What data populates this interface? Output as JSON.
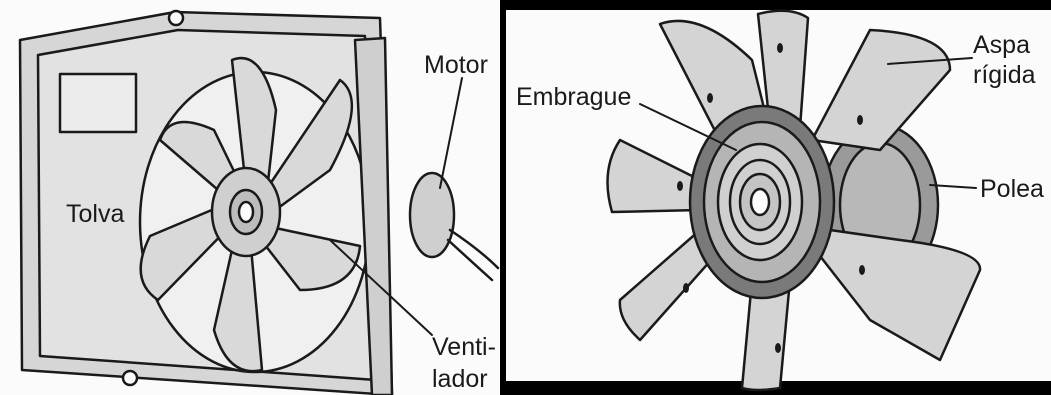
{
  "left_panel": {
    "labels": {
      "tolva": "Tolva",
      "motor": "Motor",
      "ventilador_line1": "Venti-",
      "ventilador_line2": "lador"
    }
  },
  "right_panel": {
    "labels": {
      "embrague": "Embrague",
      "aspa_line1": "Aspa",
      "aspa_line2": "rígida",
      "polea": "Polea"
    }
  },
  "colors": {
    "line": "#1a1a1a",
    "fill_light": "#d4d4d4",
    "fill_mid": "#bdbdbd",
    "fill_dark": "#8a8a8a",
    "background": "#fbfbfb",
    "border": "#000000"
  }
}
